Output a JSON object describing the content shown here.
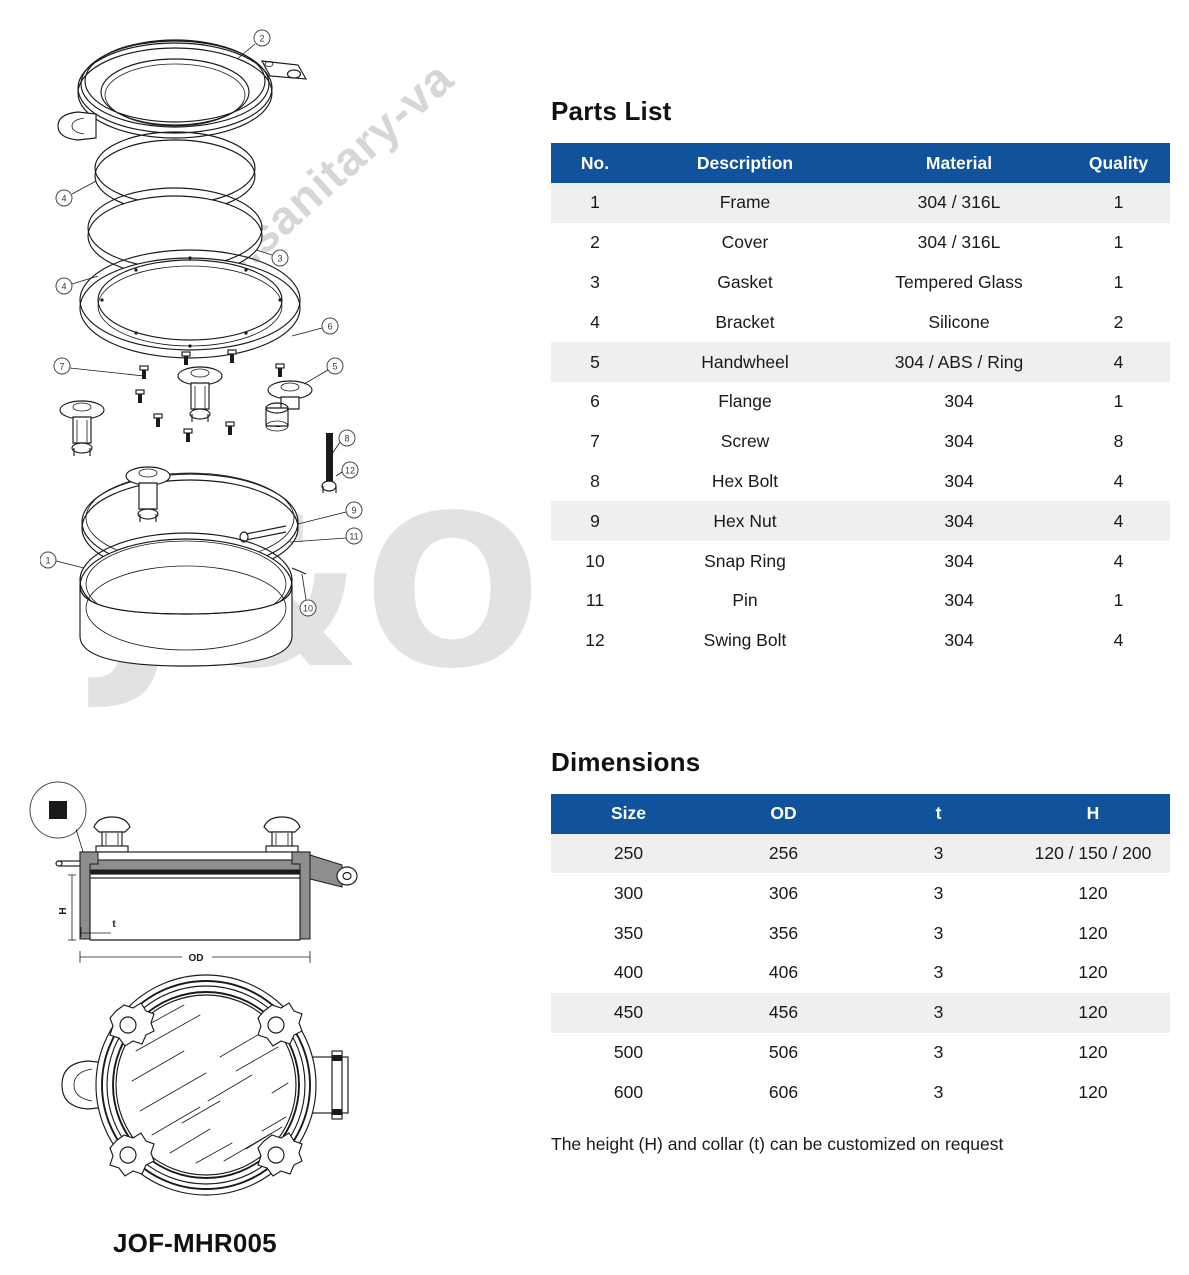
{
  "watermark": {
    "url_text": "www.sanitary-va",
    "logo_text": "J&O"
  },
  "product": {
    "model_number": "JOF-MHR005"
  },
  "parts": {
    "title": "Parts List",
    "columns": [
      "No.",
      "Description",
      "Material",
      "Quality"
    ],
    "rows": [
      {
        "no": "1",
        "description": "Frame",
        "material": "304 / 316L",
        "quality": "1"
      },
      {
        "no": "2",
        "description": "Cover",
        "material": "304 / 316L",
        "quality": "1"
      },
      {
        "no": "3",
        "description": "Gasket",
        "material": "Tempered Glass",
        "quality": "1"
      },
      {
        "no": "4",
        "description": "Bracket",
        "material": "Silicone",
        "quality": "2"
      },
      {
        "no": "5",
        "description": "Handwheel",
        "material": "304 / ABS / Ring",
        "quality": "4"
      },
      {
        "no": "6",
        "description": "Flange",
        "material": "304",
        "quality": "1"
      },
      {
        "no": "7",
        "description": "Screw",
        "material": "304",
        "quality": "8"
      },
      {
        "no": "8",
        "description": "Hex Bolt",
        "material": "304",
        "quality": "4"
      },
      {
        "no": "9",
        "description": "Hex Nut",
        "material": "304",
        "quality": "4"
      },
      {
        "no": "10",
        "description": "Snap Ring",
        "material": "304",
        "quality": "4"
      },
      {
        "no": "11",
        "description": "Pin",
        "material": "304",
        "quality": "1"
      },
      {
        "no": "12",
        "description": "Swing Bolt",
        "material": "304",
        "quality": "4"
      }
    ]
  },
  "dimensions": {
    "title": "Dimensions",
    "columns": [
      "Size",
      "OD",
      "t",
      "H"
    ],
    "rows": [
      {
        "size": "250",
        "od": "256",
        "t": "3",
        "h": "120 / 150 / 200"
      },
      {
        "size": "300",
        "od": "306",
        "t": "3",
        "h": "120"
      },
      {
        "size": "350",
        "od": "356",
        "t": "3",
        "h": "120"
      },
      {
        "size": "400",
        "od": "406",
        "t": "3",
        "h": "120"
      },
      {
        "size": "450",
        "od": "456",
        "t": "3",
        "h": "120"
      },
      {
        "size": "500",
        "od": "506",
        "t": "3",
        "h": "120"
      },
      {
        "size": "600",
        "od": "606",
        "t": "3",
        "h": "120"
      }
    ],
    "note": "The height (H) and collar (t) can be customized on request"
  },
  "drawings": {
    "exploded_view": {
      "callouts": [
        "2",
        "4",
        "3",
        "4",
        "6",
        "7",
        "5",
        "8",
        "12",
        "9",
        "11",
        "10",
        "1"
      ]
    },
    "section_view": {
      "dimension_labels": [
        "H",
        "t",
        "OD"
      ]
    }
  },
  "colors": {
    "header_blue": "#10529C",
    "row_shade": "#EFEFEF",
    "text": "#1a1a1a"
  }
}
